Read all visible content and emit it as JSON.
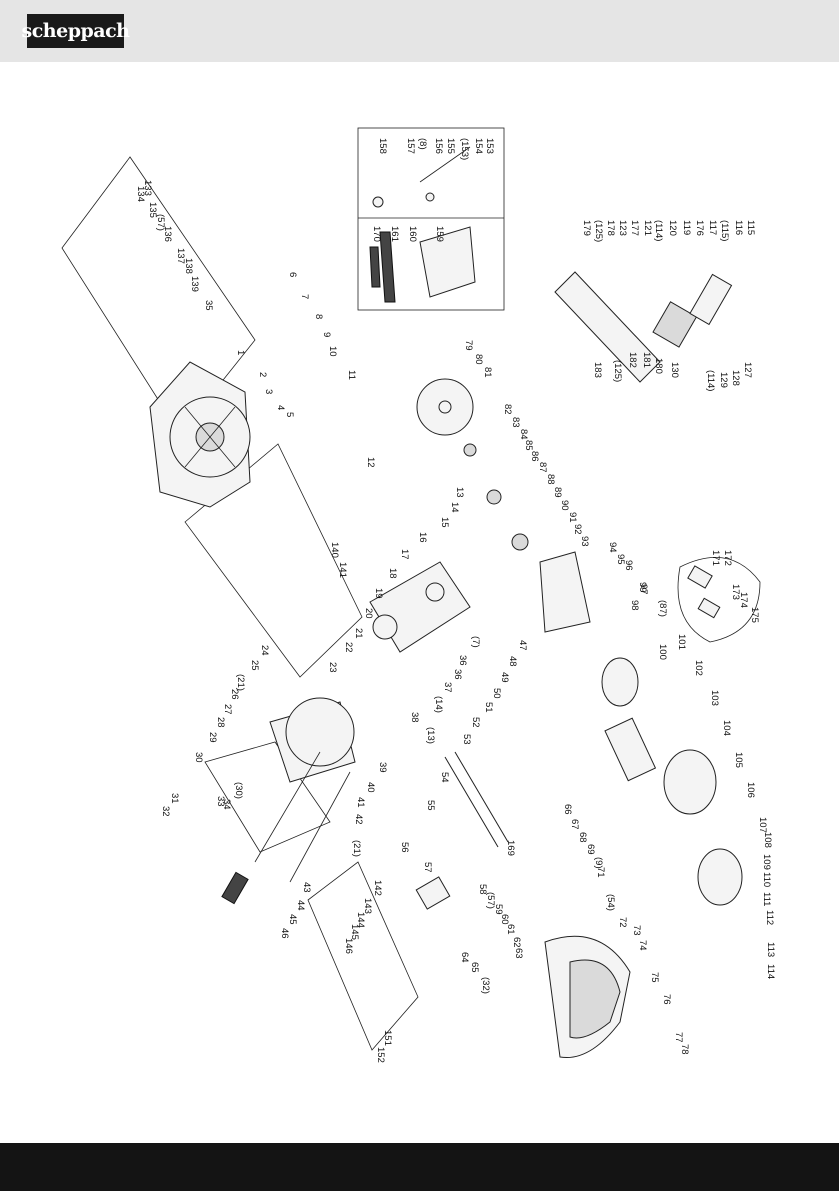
{
  "brand": {
    "logo": "scheppach",
    "accent": "#1a1a1a",
    "header_bg": "#e5e5e5",
    "footer_bg": "#141414"
  },
  "labels": [
    "1",
    "2",
    "3",
    "4",
    "5",
    "6",
    "7",
    "8",
    "9",
    "10",
    "11",
    "12",
    "13",
    "14",
    "15",
    "16",
    "17",
    "18",
    "19",
    "20",
    "21",
    "22",
    "23",
    "24",
    "25",
    "(21)",
    "26",
    "27",
    "28",
    "29",
    "30",
    "31",
    "32",
    "33",
    "(30)",
    "34",
    "35",
    "36",
    "37",
    "38",
    "39",
    "40",
    "41",
    "42",
    "(21)",
    "43",
    "44",
    "45",
    "46",
    "47",
    "48",
    "49",
    "50",
    "51",
    "52",
    "53",
    "54",
    "55",
    "56",
    "57",
    "58",
    "(57)",
    "59",
    "60",
    "61",
    "62",
    "63",
    "64",
    "65",
    "(32)",
    "66",
    "67",
    "68",
    "69",
    "(9)",
    "71",
    "(54)",
    "72",
    "73",
    "74",
    "75",
    "76",
    "77",
    "78",
    "79",
    "80",
    "81",
    "82",
    "83",
    "84",
    "85",
    "86",
    "87",
    "88",
    "89",
    "90",
    "91",
    "92",
    "93",
    "94",
    "95",
    "96",
    "97",
    "98",
    "99",
    "(87)",
    "100",
    "101",
    "102",
    "103",
    "104",
    "105",
    "106",
    "107",
    "108",
    "109",
    "110",
    "111",
    "112",
    "113",
    "114",
    "115",
    "116",
    "(115)",
    "117",
    "176",
    "119",
    "120",
    "(114)",
    "121",
    "177",
    "123",
    "178",
    "(125)",
    "179",
    "127",
    "128",
    "129",
    "(114)",
    "130",
    "180",
    "181",
    "182",
    "(125)",
    "183",
    "133",
    "134",
    "135",
    "(57)",
    "136",
    "137",
    "138",
    "139",
    "140",
    "141",
    "142",
    "143",
    "144",
    "145",
    "146",
    "151",
    "152",
    "153",
    "154",
    "(153)",
    "155",
    "156",
    "(8)",
    "157",
    "158",
    "159",
    "160",
    "161",
    "170",
    "171",
    "172",
    "173",
    "174",
    "175",
    "169",
    "(7)",
    "36",
    "(14)",
    "(13)"
  ]
}
